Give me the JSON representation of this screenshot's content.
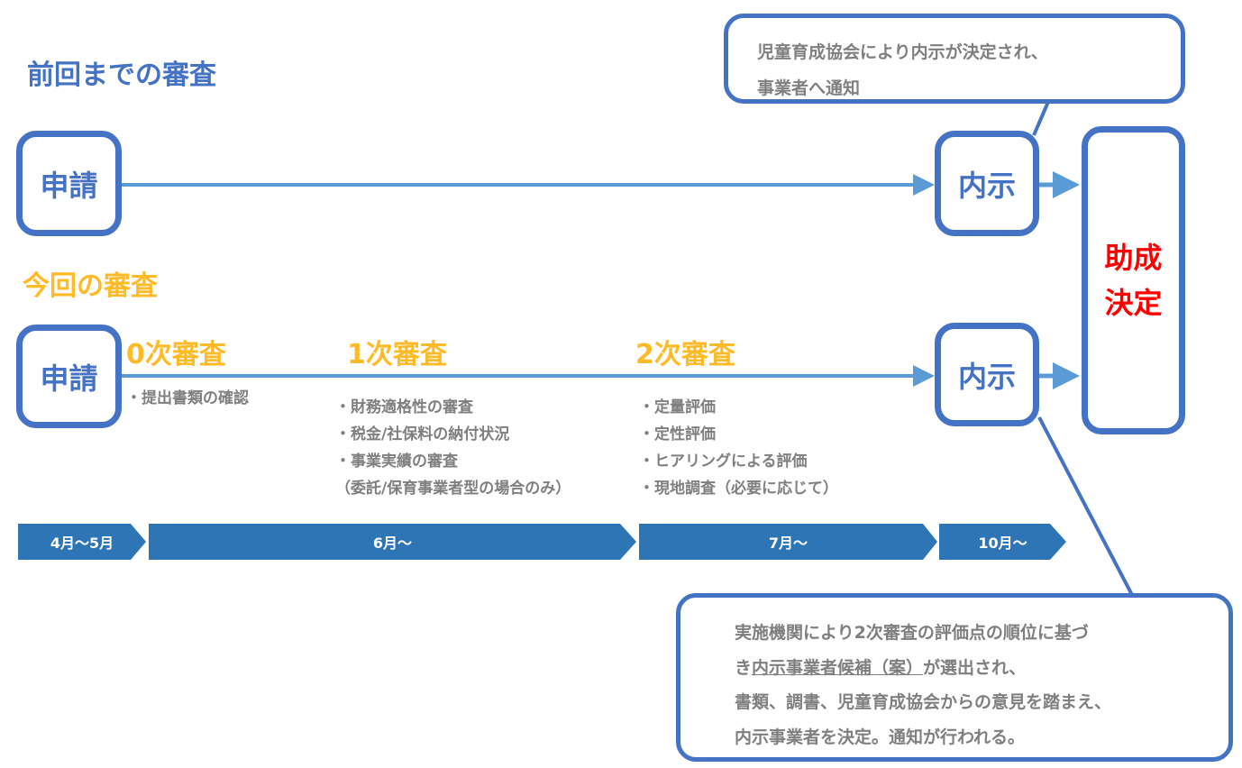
{
  "previous": {
    "title": "前回までの審査",
    "apply_label": "申請",
    "naiji_label": "内示"
  },
  "current": {
    "title": "今回の審査",
    "apply_label": "申請",
    "naiji_label": "内示",
    "stages": [
      {
        "title": "0次審査",
        "items": [
          "・提出書類の確認"
        ]
      },
      {
        "title": "1次審査",
        "items": [
          "・財務適格性の審査",
          "・税金/社保料の納付状況",
          "・事業実績の審査",
          "（委託/保育事業者型の場合のみ）"
        ]
      },
      {
        "title": "2次審査",
        "items": [
          "・定量評価",
          "・定性評価",
          "・ヒアリングによる評価",
          "・現地調査（必要に応じて）"
        ]
      }
    ]
  },
  "final": {
    "line1": "助成",
    "line2": "決定"
  },
  "top_callout": {
    "line1": "児童育成協会により内示が決定され、",
    "line2": "事業者へ通知"
  },
  "bottom_callout": {
    "line1": "実施機関により2次審査の評価点の順位に基づ",
    "line2_pre": "き",
    "line2_underlined": "内示事業者候補（案）",
    "line2_post": "が選出され、",
    "line3": "書類、調書、児童育成協会からの意見を踏まえ、",
    "line4": "内示事業者を決定。通知が行われる。"
  },
  "timeline": [
    "4月〜5月",
    "6月〜",
    "7月〜",
    "10月〜"
  ],
  "colors": {
    "box": "#4472C4",
    "arrow": "#5B9BD5",
    "stage": "#FFBA28",
    "timeline": "#2E75B6",
    "final": "#FF0000",
    "text": "#7F7F7F"
  }
}
